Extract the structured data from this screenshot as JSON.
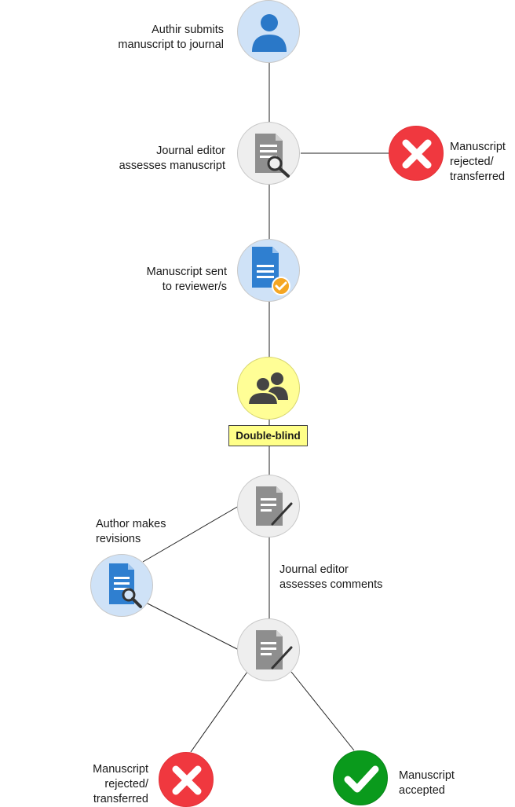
{
  "steps": {
    "submit": "Authir submits\nmanuscript to journal",
    "assess_manuscript": "Journal editor\nassesses manuscript",
    "rejected_top": "Manuscript\nrejected/\ntransferred",
    "sent_to_reviewers": "Manuscript sent\nto reviewer/s",
    "review_type": "Double-blind",
    "author_revisions": "Author makes\nrevisions",
    "assess_comments": "Journal editor\nassesses comments",
    "rejected_bottom": "Manuscript\nrejected/\ntransferred",
    "accepted": "Manuscript\naccepted"
  },
  "icons": {
    "author": "person-icon",
    "editor_assess": "document-magnifier-icon",
    "rejected": "x-icon",
    "sent": "document-check-icon",
    "reviewers": "people-icon",
    "edit": "document-pen-icon",
    "revisions": "document-magnifier-icon",
    "accepted": "checkmark-icon"
  },
  "colors": {
    "blue_node": "#cfe2f7",
    "gray_node": "#eeeeee",
    "yellow_node": "#fffe96",
    "reject_red": "#f0383f",
    "accept_green": "#0a9a1c",
    "doc_blue": "#2f7fd0",
    "doc_gray": "#8e8e8e",
    "badge_orange": "#f5a623",
    "tag_yellow": "#ffff88"
  }
}
